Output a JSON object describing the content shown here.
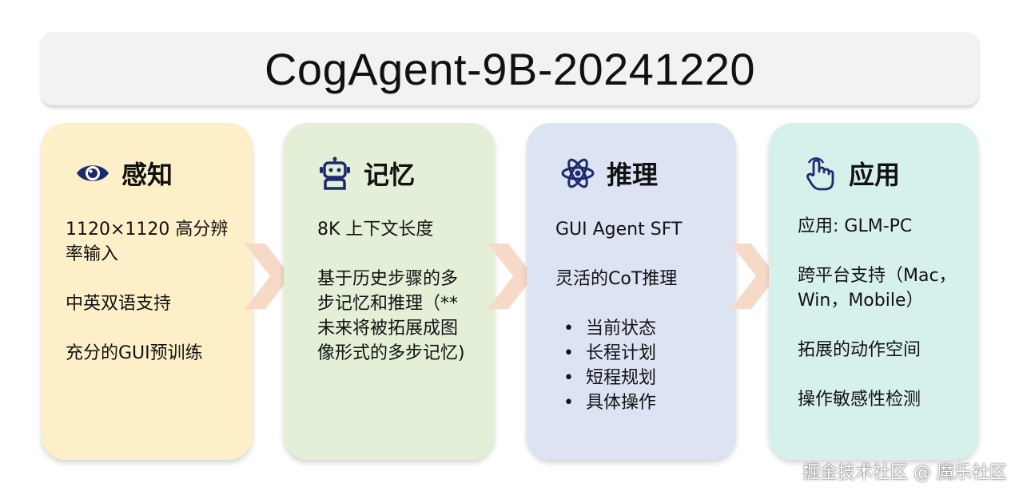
{
  "title": "CogAgent-9B-20241220",
  "colors": {
    "perception": "#fdefc8",
    "memory": "#e3efd6",
    "reasoning": "#dce3f2",
    "application": "#d6f1ec",
    "icon": "#1f2a6e",
    "arrow": "#f7d9c8"
  },
  "cards": [
    {
      "icon": "eye-icon",
      "title": "感知",
      "items": [
        "1120×1120 高分辨率输入",
        "中英双语支持",
        "充分的GUI预训练"
      ]
    },
    {
      "icon": "robot-icon",
      "title": "记忆",
      "items": [
        "8K 上下文长度",
        "基于历史步骤的多步记忆和推理（** 未来将被拓展成图像形式的多步记忆)"
      ]
    },
    {
      "icon": "atom-icon",
      "title": "推理",
      "items": [
        "GUI Agent SFT",
        "灵活的CoT推理"
      ],
      "bullets": [
        "当前状态",
        "长程计划",
        "短程规划",
        "具体操作"
      ]
    },
    {
      "icon": "pointer-hand-icon",
      "title": "应用",
      "items": [
        "应用: GLM-PC",
        "跨平台支持（Mac，Win，Mobile）",
        "拓展的动作空间",
        "操作敏感性检测"
      ]
    }
  ],
  "watermark": "掘金技术社区 @ 魔乐社区"
}
